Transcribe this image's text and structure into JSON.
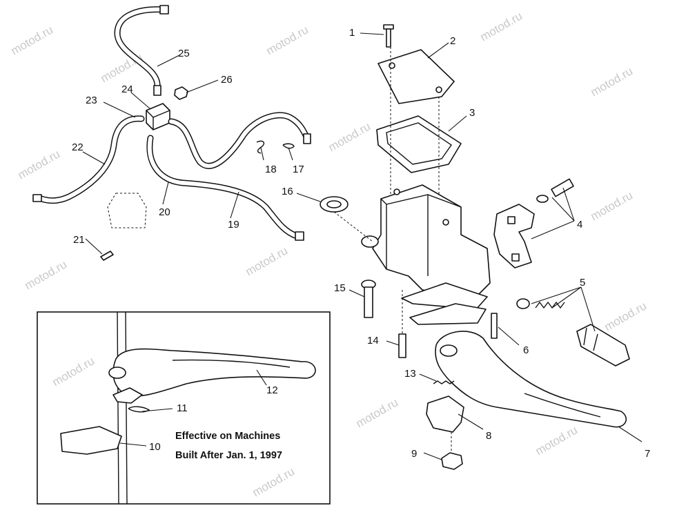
{
  "watermark": "motod.ru",
  "callouts": [
    "1",
    "2",
    "3",
    "4",
    "5",
    "6",
    "7",
    "8",
    "9",
    "10",
    "11",
    "12",
    "13",
    "14",
    "15",
    "16",
    "17",
    "18",
    "19",
    "20",
    "21",
    "22",
    "23",
    "24",
    "25",
    "26"
  ],
  "inset_note": {
    "line1": "Effective on Machines",
    "line2": "Built After Jan. 1, 1997"
  }
}
